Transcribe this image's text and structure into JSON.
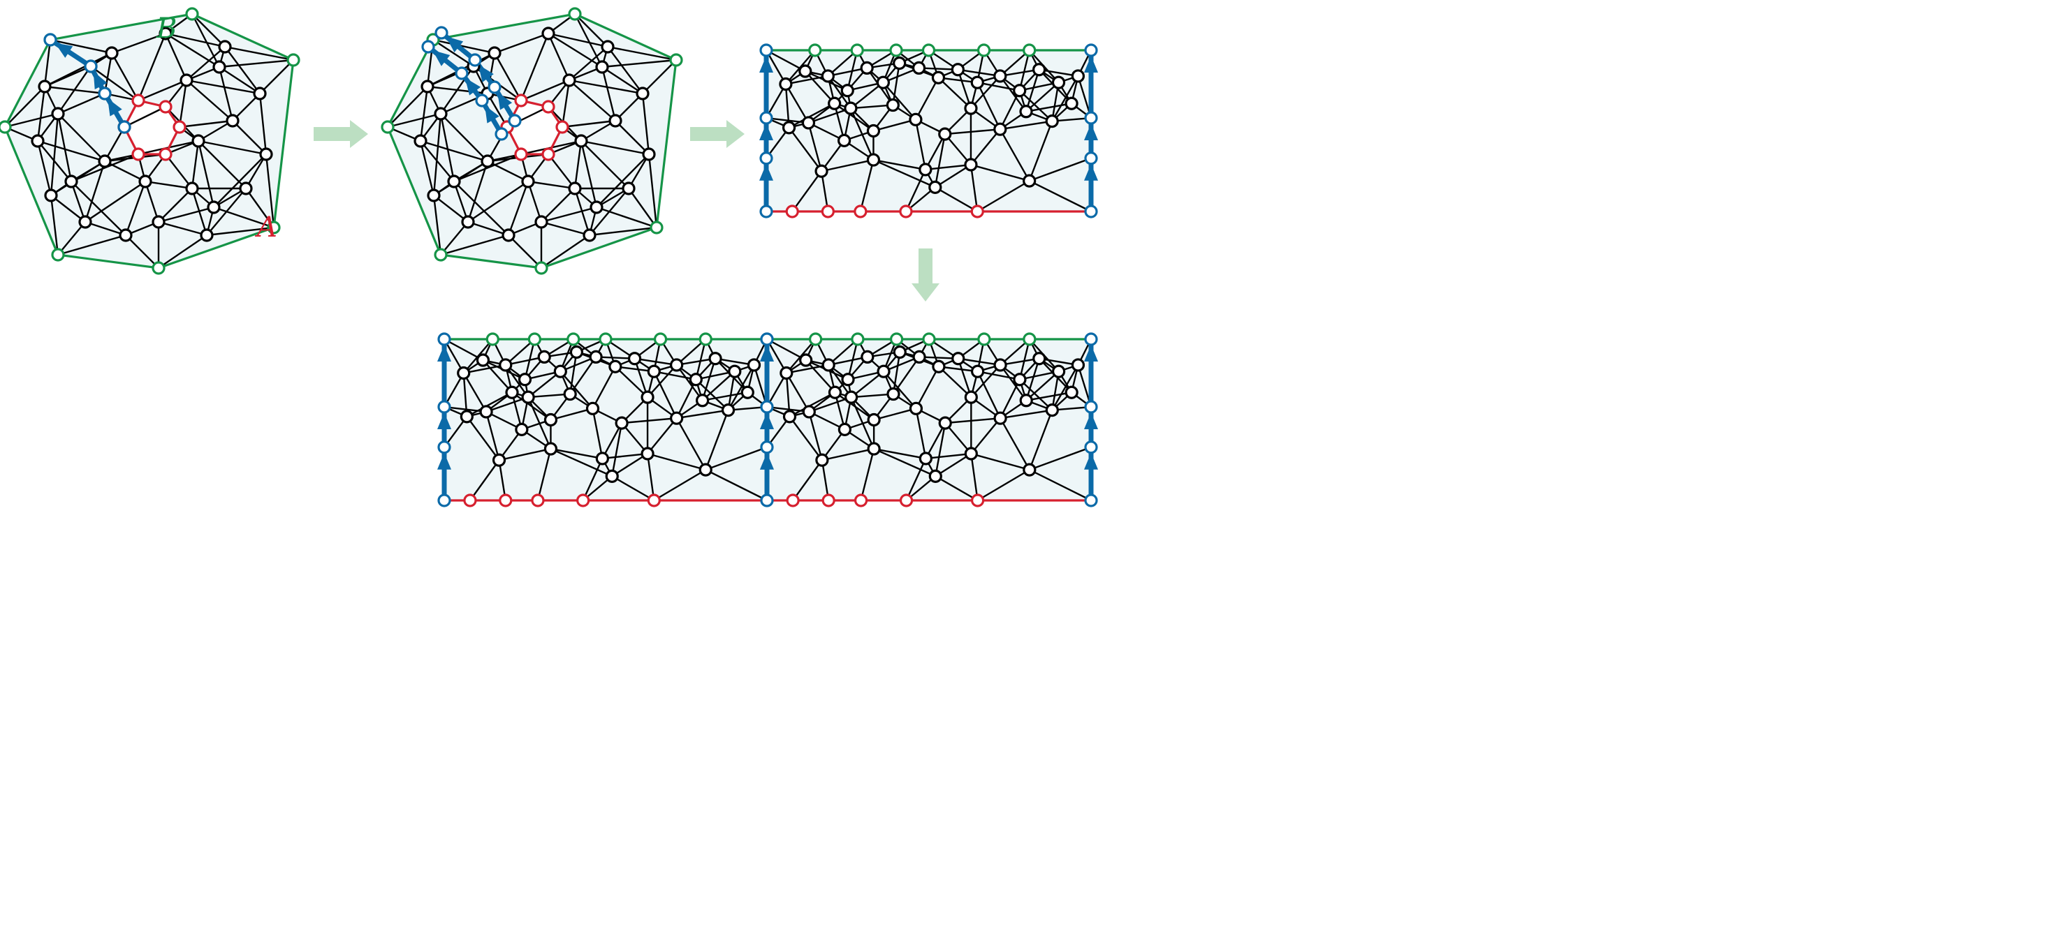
{
  "diagram": {
    "labels": {
      "outer_boundary": "B",
      "inner_boundary": "A"
    },
    "colors": {
      "outer_boundary": "#159447",
      "inner_boundary": "#d6202f",
      "cut_path": "#0b6aa8",
      "arrow_fill": "#bcdfc2",
      "face_fill": "#eef6f8",
      "edge": "#000000"
    },
    "panels": [
      {
        "id": "annulus-with-cut",
        "kind": "annulus"
      },
      {
        "id": "annulus-cut-open",
        "kind": "annulus-cut"
      },
      {
        "id": "fundamental-strip",
        "kind": "strip"
      },
      {
        "id": "double-strip",
        "kind": "double-strip"
      }
    ],
    "transition_arrows": [
      {
        "from": "annulus-with-cut",
        "to": "annulus-cut-open",
        "direction": "right"
      },
      {
        "from": "annulus-cut-open",
        "to": "fundamental-strip",
        "direction": "right"
      },
      {
        "from": "fundamental-strip",
        "to": "double-strip",
        "direction": "down"
      }
    ]
  }
}
